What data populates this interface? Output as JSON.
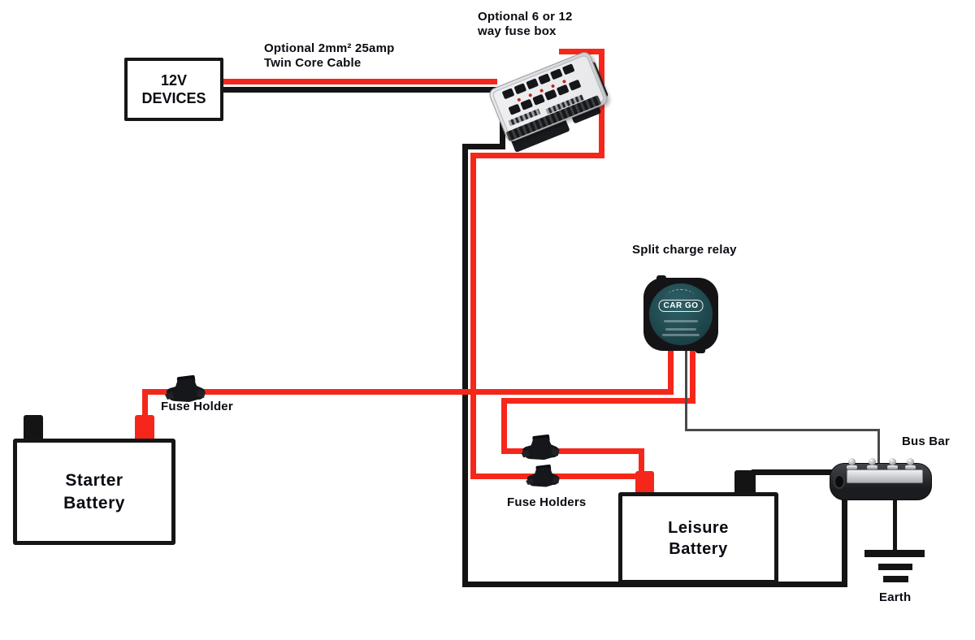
{
  "title": "Split charge relay wiring diagram",
  "colors": {
    "wire_red": "#f5271b",
    "wire_black": "#141414",
    "wire_signal": "#4a4a4a",
    "relay_face": "#23545a",
    "bus_bar_body": "#26272b",
    "label_text": "#0a0a12"
  },
  "labels": {
    "fuse_box_note": "Optional 6 or 12\nway fuse box",
    "cable_note": "Optional 2mm² 25amp\nTwin Core Cable",
    "devices_box": "12V\nDEVICES",
    "relay": "Split charge relay",
    "relay_brand": "CAR GO",
    "fuse_holder": "Fuse Holder",
    "fuse_holders": "Fuse Holders",
    "starter_battery": "Starter\nBattery",
    "leisure_battery": "Leisure\nBattery",
    "bus_bar": "Bus Bar",
    "earth": "Earth"
  }
}
